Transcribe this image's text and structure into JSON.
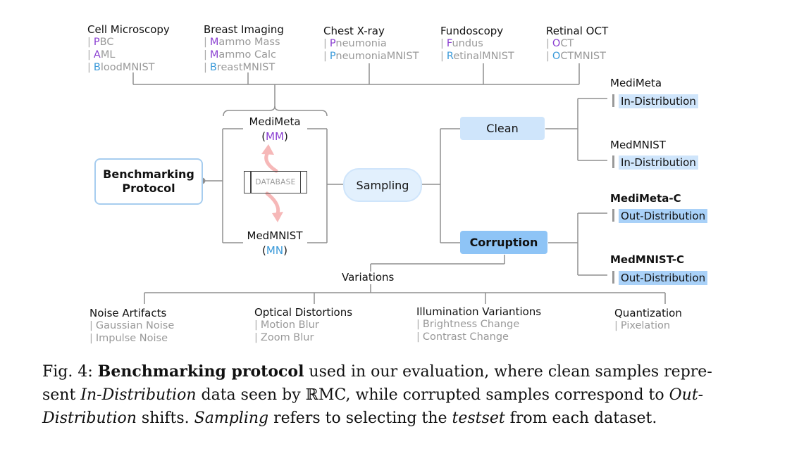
{
  "top_categories": [
    {
      "title": "Cell Microscopy",
      "items": [
        {
          "first": "P",
          "rest": "BC",
          "color": "purple"
        },
        {
          "first": "A",
          "rest": "ML",
          "color": "purple"
        },
        {
          "first": "B",
          "rest": "loodMNIST",
          "color": "blue"
        }
      ]
    },
    {
      "title": "Breast Imaging",
      "items": [
        {
          "first": "M",
          "rest": "ammo Mass",
          "color": "purple"
        },
        {
          "first": "M",
          "rest": "ammo Calc",
          "color": "purple"
        },
        {
          "first": "B",
          "rest": "reastMNIST",
          "color": "blue"
        }
      ]
    },
    {
      "title": "Chest X-ray",
      "items": [
        {
          "first": "P",
          "rest": "neumonia",
          "color": "purple"
        },
        {
          "first": "P",
          "rest": "neumoniaMNIST",
          "color": "blue"
        }
      ]
    },
    {
      "title": "Fundoscopy",
      "items": [
        {
          "first": "F",
          "rest": "undus",
          "color": "purple"
        },
        {
          "first": "R",
          "rest": "etinalMNIST",
          "color": "blue"
        }
      ]
    },
    {
      "title": "Retinal OCT",
      "items": [
        {
          "first": "O",
          "rest": "CT",
          "color": "purple"
        },
        {
          "first": "O",
          "rest": "CTMNIST",
          "color": "blue"
        }
      ]
    }
  ],
  "center": {
    "medimeta_label": "MediMeta",
    "medimeta_abbr": "MM",
    "medmnist_label": "MedMNIST",
    "medmnist_abbr": "MN",
    "database_label": "DATABASE",
    "open_paren": "(",
    "close_paren": ")"
  },
  "protocol_box": {
    "line1": "Benchmarking",
    "line2": "Protocol"
  },
  "sampling_label": "Sampling",
  "clean_label": "Clean",
  "corruption_label": "Corruption",
  "right_outputs": [
    {
      "title": "MediMeta",
      "tag": "In-Distribution"
    },
    {
      "title": "MedMNIST",
      "tag": "In-Distribution"
    },
    {
      "title": "MediMeta-C",
      "tag": "Out-Distribution"
    },
    {
      "title": "MedMNIST-C",
      "tag": "Out-Distribution"
    }
  ],
  "variations_label": "Variations",
  "variations": [
    {
      "title": "Noise Artifacts",
      "items": [
        "Gaussian Noise",
        "Impulse Noise"
      ]
    },
    {
      "title": "Optical Distortions",
      "items": [
        "Motion Blur",
        "Zoom Blur"
      ]
    },
    {
      "title": "Illumination Variantions",
      "items": [
        "Brightness Change",
        "Contrast Change"
      ]
    },
    {
      "title": "Quantization",
      "items": [
        "Pixelation"
      ]
    }
  ],
  "item_bar": "|",
  "colors": {
    "purple": "#8a3fd1",
    "blue": "#3b9ad9",
    "clean_fill": "#cfe5fb",
    "corruption_fill": "#8ec4f6",
    "protocol_border": "#a7cdef",
    "arrow": "#f6b8b8"
  },
  "caption": {
    "fig": "Fig. 4: ",
    "bold": "Benchmarking protocol",
    "t1": " used in our evaluation, where clean samples repre-",
    "t2": "sent ",
    "i1": "In-Distribution",
    "t3": " data seen by ℝMC, while corrupted samples correspond to ",
    "i2": "Out-",
    "i3": "Distribution",
    "t4": " shifts. ",
    "i4": "Sampling",
    "t5": " refers to selecting the ",
    "i5": "testset",
    "t6": " from each dataset."
  }
}
